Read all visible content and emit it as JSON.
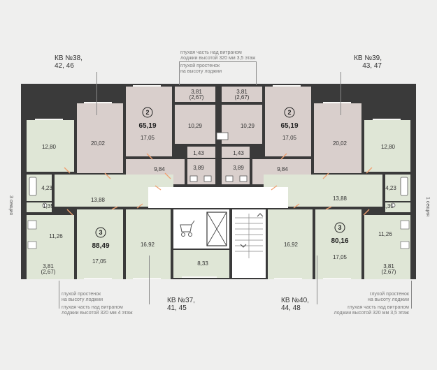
{
  "apartments": [
    {
      "id": "kv38",
      "label": "КВ №38,",
      "floors": "42, 46"
    },
    {
      "id": "kv39",
      "label": "КВ №39,",
      "floors": "43, 47"
    },
    {
      "id": "kv37",
      "label": "КВ №37,",
      "floors": "41, 45"
    },
    {
      "id": "kv40",
      "label": "КВ №40,",
      "floors": "44, 48"
    }
  ],
  "badges": [
    {
      "rooms": "2",
      "area": "65,19"
    },
    {
      "rooms": "2",
      "area": "65,19"
    },
    {
      "rooms": "3",
      "area": "88,49"
    },
    {
      "rooms": "3",
      "area": "80,16"
    }
  ],
  "rooms": [
    "12,80",
    "20,02",
    "17,05",
    "10,29",
    "10,29",
    "17,05",
    "20,02",
    "12,80",
    "3,81",
    "(2,67)",
    "3,81",
    "(2,67)",
    "1,43",
    "1,43",
    "9,84",
    "3,89",
    "3,89",
    "9,84",
    "4,23",
    "1,35",
    "13,88",
    "13,88",
    "4,23",
    "1,35",
    "11,26",
    "16,92",
    "8,33",
    "16,92",
    "11,26",
    "17,05",
    "17,05",
    "3,81",
    "(2,67)",
    "3,81",
    "(2,67)"
  ],
  "notes": {
    "top_line1": "глухая часть над витраном",
    "top_line2": "лоджии высотой 320 мм 3,5 этаж",
    "top_line3": "глухой простенок",
    "top_line4": "на высоту лоджии",
    "bl_line1": "глухой простенок",
    "bl_line2": "на высоту лоджии",
    "bl_line3": "глухая часть над витраном",
    "bl_line4": "лоджии высотой 320 мм 4 этаж",
    "br_line1": "глухой простенок",
    "br_line2": "на высоту лоджии",
    "br_line3": "глухая часть над витраном",
    "br_line4": "лоджии высотой 320 мм 3,5 этаж"
  },
  "sections": {
    "left": "3 секция",
    "right": "1 секция"
  },
  "colors": {
    "background": "#efefee",
    "wall": "#3a3a3a",
    "room_mauve": "#d9cfcc",
    "room_green": "#dfe6d6",
    "common": "#ffffff",
    "door_accent": "#f0a070"
  }
}
